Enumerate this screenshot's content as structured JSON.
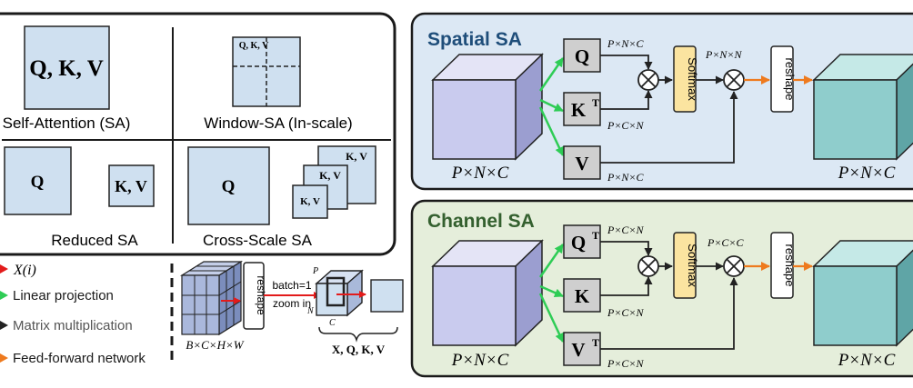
{
  "left_panel": {
    "sa": {
      "qkv": "Q, K, V",
      "caption": "Self-Attention (SA)"
    },
    "window": {
      "qkv": "Q, K, V",
      "caption": "Window-SA  (In-scale)"
    },
    "reduced": {
      "q": "Q",
      "kv": "K, V",
      "caption": "Reduced SA"
    },
    "cross": {
      "q": "Q",
      "kv1": "K, V",
      "kv2": "K, V",
      "kv3": "K, V",
      "caption": "Cross-Scale SA"
    }
  },
  "legend": [
    {
      "label": "X(i)",
      "color": "#e31b1b"
    },
    {
      "label": "Linear projection",
      "color": "#2ecc55"
    },
    {
      "label": "Matrix multiplication",
      "color": "#222222"
    },
    {
      "label": "Feed-forward network",
      "color": "#ee7a1e"
    }
  ],
  "reshape_demo": {
    "input_dims": "B×C×H×W",
    "reshape": "reshape",
    "note_line1": "batch=1",
    "note_line2": "zoom in",
    "axis_p": "P",
    "axis_n": "N",
    "axis_c": "C",
    "output_label": "X, Q, K, V"
  },
  "spatial": {
    "title": "Spatial SA",
    "bg": "#dce8f4",
    "q": "Q",
    "k": "K",
    "k_sup": "T",
    "v": "V",
    "dim_q": "P×N×C",
    "dim_k": "P×C×N",
    "dim_v": "P×N×C",
    "dim_attn": "P×N×N",
    "softmax": "Softmax",
    "reshape": "reshape",
    "input_dims": "P×N×C",
    "output_dims": "P×N×C"
  },
  "channel": {
    "title": "Channel SA",
    "bg": "#e5eedb",
    "q": "Q",
    "q_sup": "T",
    "k": "K",
    "v": "V",
    "v_sup": "T",
    "dim_q": "P×C×N",
    "dim_k": "P×C×N",
    "dim_v": "P×C×N",
    "dim_attn": "P×C×C",
    "softmax": "Softmax",
    "reshape": "reshape",
    "input_dims": "P×N×C",
    "output_dims": "P×N×C"
  }
}
